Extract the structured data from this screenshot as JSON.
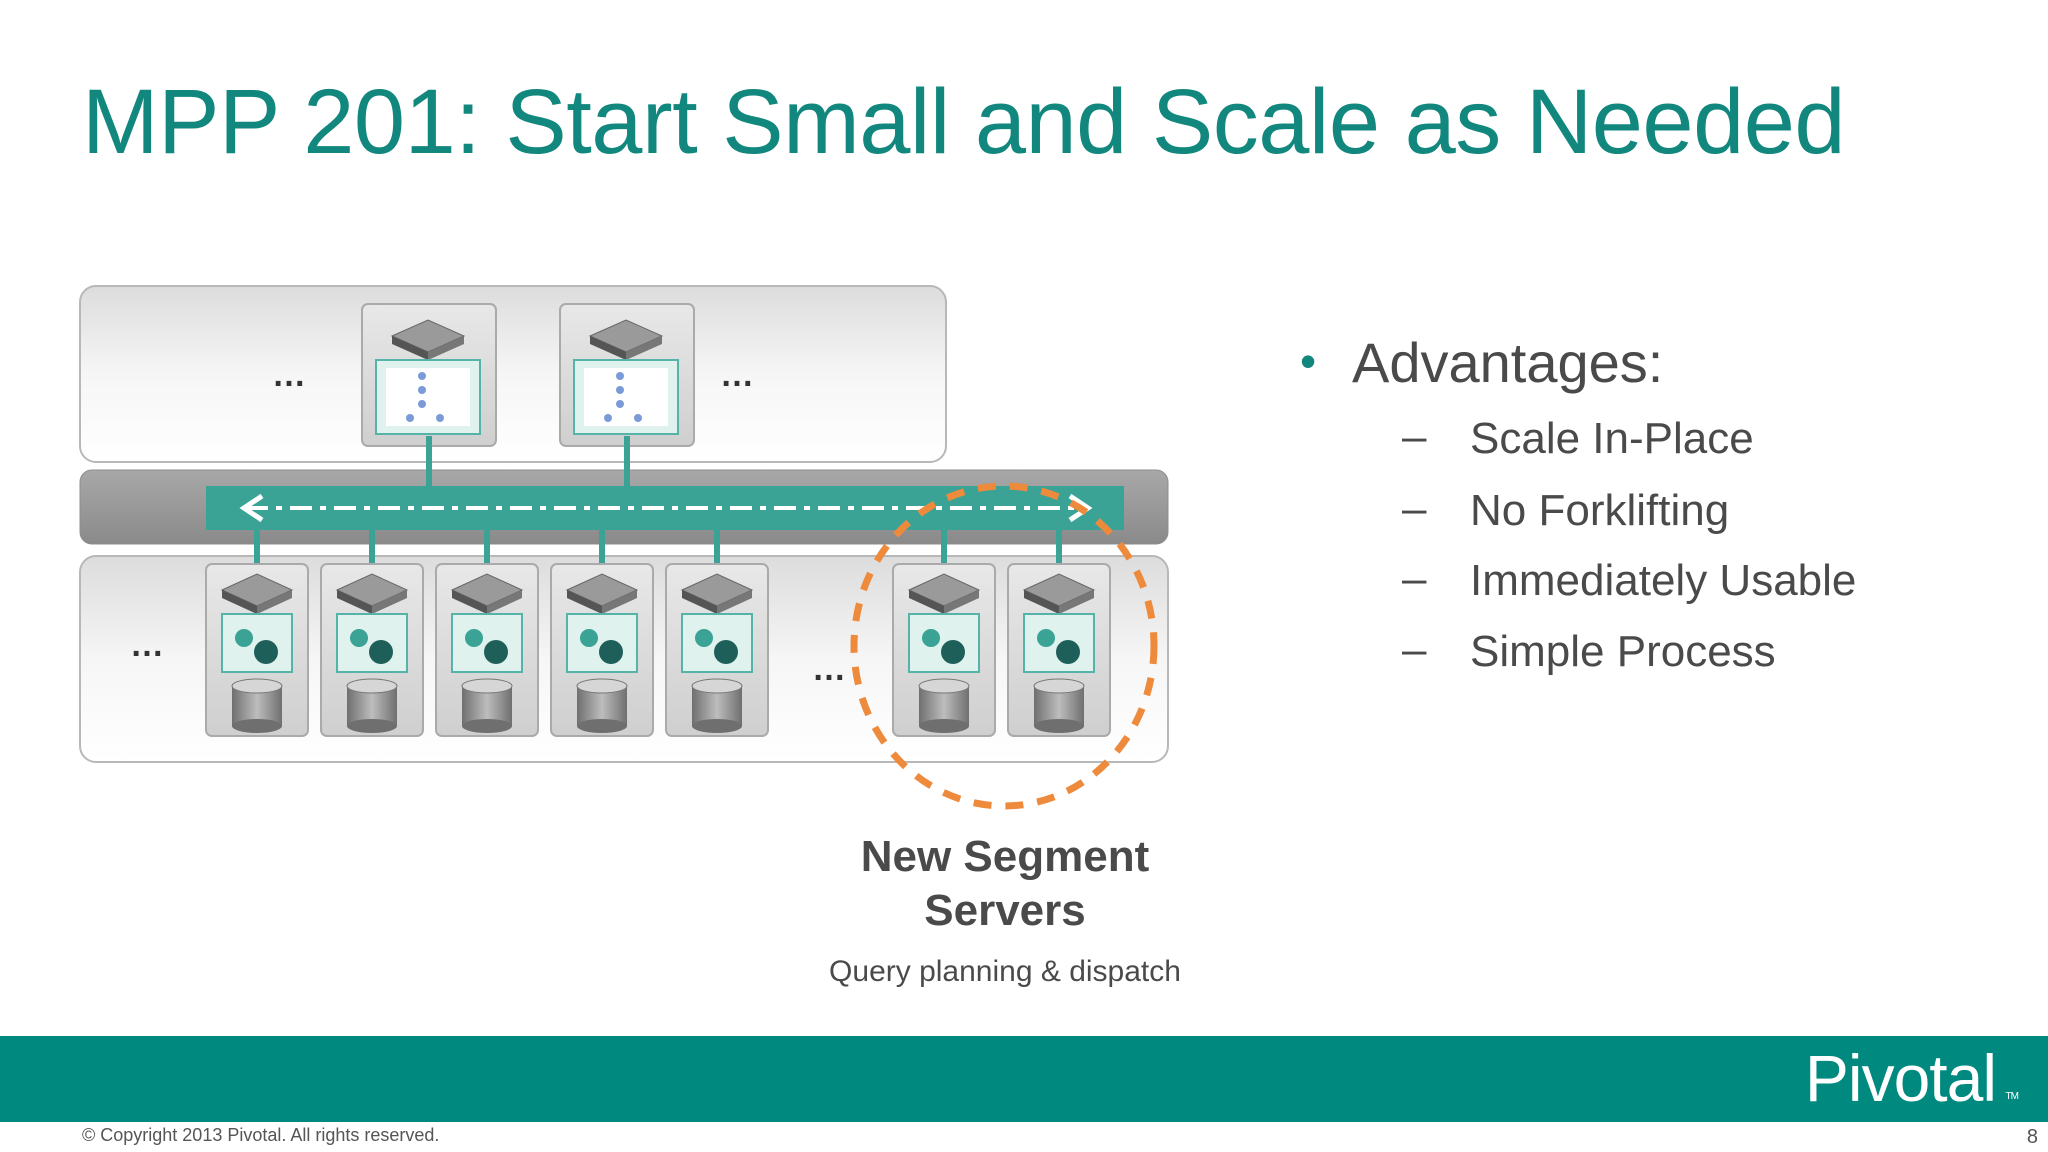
{
  "slide": {
    "title": "MPP 201: Start Small and Scale as Needed",
    "page_number": "8",
    "copyright": "© Copyright 2013 Pivotal. All rights reserved.",
    "logo_text": "Pivotal",
    "logo_tm": "TM"
  },
  "diagram": {
    "ellipsis": "…",
    "caption_title": "New Segment Servers",
    "caption_subtitle": "Query planning & dispatch",
    "highlight_color": "#ee8a3c",
    "accent_color": "#3aa396"
  },
  "bullets": {
    "main": "Advantages:",
    "items": [
      "Scale In-Place",
      "No Forklifting",
      "Immediately Usable",
      "Simple Process"
    ]
  },
  "colors": {
    "title": "#12877d",
    "footer": "#008a7f",
    "text": "#4a4a4a"
  }
}
